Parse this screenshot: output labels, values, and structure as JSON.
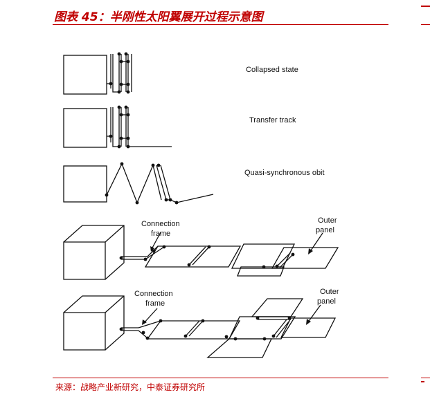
{
  "header": {
    "title": "图表 45：半刚性太阳翼展开过程示意图"
  },
  "states": {
    "collapsed": "Collapsed state",
    "transfer": "Transfer track",
    "quasi": "Quasi-synchronous obit"
  },
  "panels_a": {
    "connection_line1": "Connection",
    "connection_line2": "frame",
    "outer_line1": "Outer",
    "outer_line2": "panel"
  },
  "panels_b": {
    "connection_line1": "Connection",
    "connection_line2": "frame",
    "outer_line1": "Outer",
    "outer_line2": "panel"
  },
  "footer": {
    "source": "来源：战略产业新研究，中泰证券研究所"
  }
}
